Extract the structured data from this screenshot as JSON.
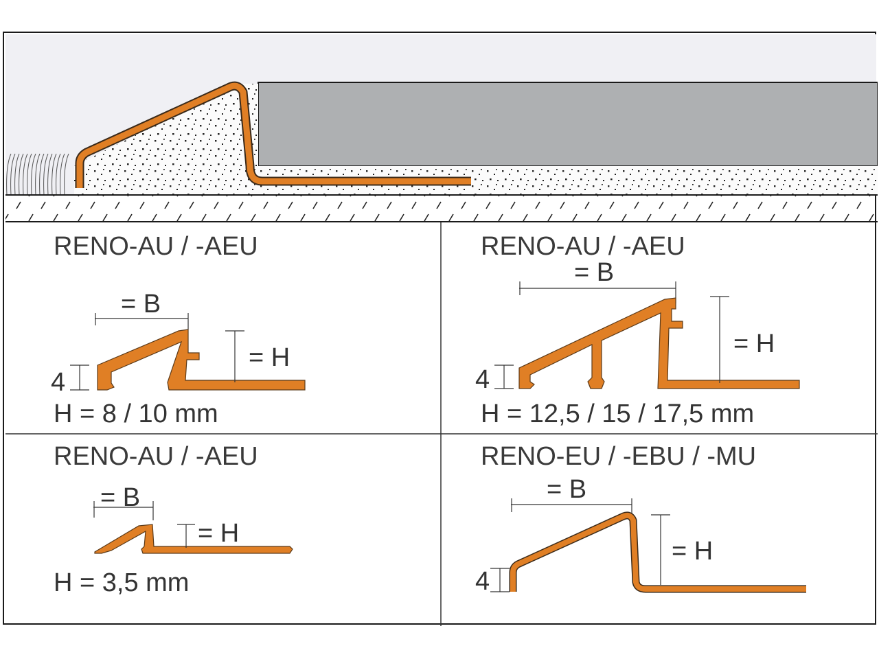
{
  "diagram": {
    "colors": {
      "profile": "#e07f25",
      "profile_outline": "#3a2a1a",
      "tile": "#aeb0b2",
      "background_wall": "#f0f0f4",
      "line": "#1a1a1a"
    },
    "installation_section": {
      "description": "Cross-section of transition profile installed between floor covering and tile on substrate"
    },
    "panels": [
      {
        "title": "RENO-AU / -AEU",
        "width_label": "= B",
        "height_label": "= H",
        "leg_label": "4",
        "dimension_text": "H = 8 / 10 mm"
      },
      {
        "title": "RENO-AU / -AEU",
        "width_label": "= B",
        "height_label": "= H",
        "leg_label": "4",
        "dimension_text": "H = 12,5 / 15 / 17,5 mm"
      },
      {
        "title": "RENO-AU / -AEU",
        "width_label": "= B",
        "height_label": "= H",
        "dimension_text": "H = 3,5 mm"
      },
      {
        "title": "RENO-EU / -EBU / -MU",
        "width_label": "= B",
        "height_label": "= H",
        "leg_label": "4"
      }
    ]
  }
}
